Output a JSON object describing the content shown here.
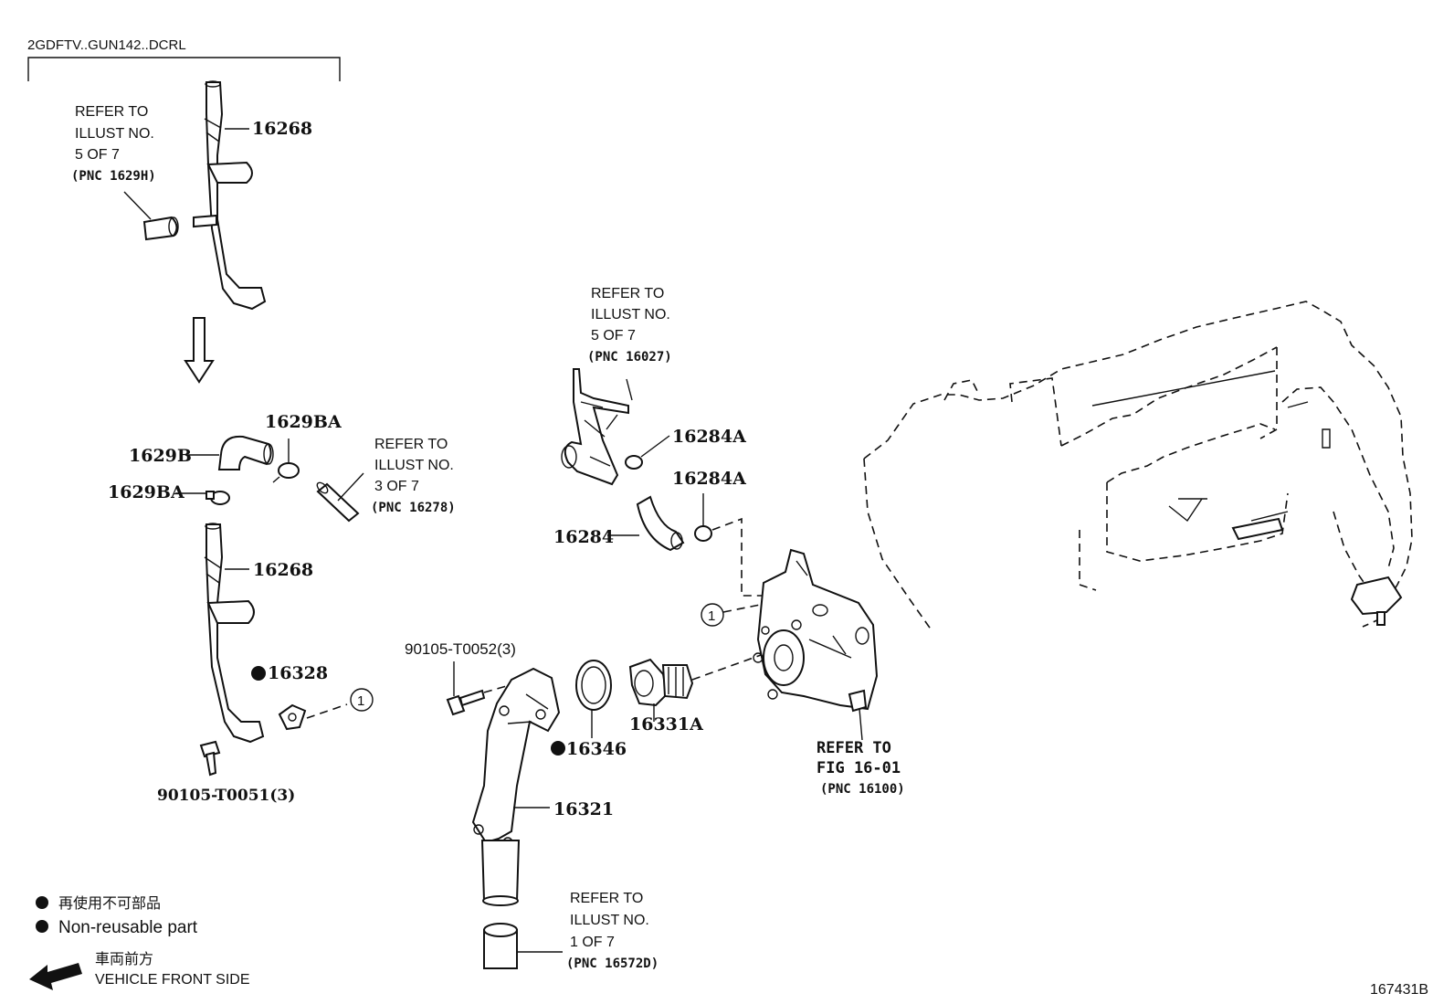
{
  "header": {
    "engine_code": "2GDFTV..GUN142..DCRL"
  },
  "illustration_number": "167431B",
  "parts": {
    "p16268_top": "16268",
    "p1629B": "1629B",
    "p1629BA_a": "1629BA",
    "p1629BA_b": "1629BA",
    "p16268_mid": "16268",
    "p16328": "16328",
    "p90105_T0051": "90105-T0051(3)",
    "p90105_T0052": "90105-T0052(3)",
    "p16321": "16321",
    "p16346": "16346",
    "p16331A": "16331A",
    "p16284": "16284",
    "p16284A_a": "16284A",
    "p16284A_b": "16284A"
  },
  "refs": {
    "r1": [
      "REFER TO",
      "ILLUST NO.",
      "5 OF 7",
      "(PNC 1629H)"
    ],
    "r2": [
      "REFER TO",
      "ILLUST NO.",
      "3 OF 7",
      "(PNC 16278)"
    ],
    "r3": [
      "REFER TO",
      "ILLUST NO.",
      "5 OF 7",
      "(PNC 16027)"
    ],
    "r4": [
      "REFER TO",
      "FIG 16-01",
      "(PNC 16100)"
    ],
    "r5": [
      "REFER TO",
      "ILLUST NO.",
      "1 OF 7",
      "(PNC 16572D)"
    ]
  },
  "callouts": {
    "c1": "1",
    "c2": "1"
  },
  "legend": {
    "nonreusable_jp": "再使用不可部品",
    "nonreusable_en": "Non-reusable part",
    "front_jp": "車両前方",
    "front_en": "VEHICLE FRONT SIDE"
  }
}
